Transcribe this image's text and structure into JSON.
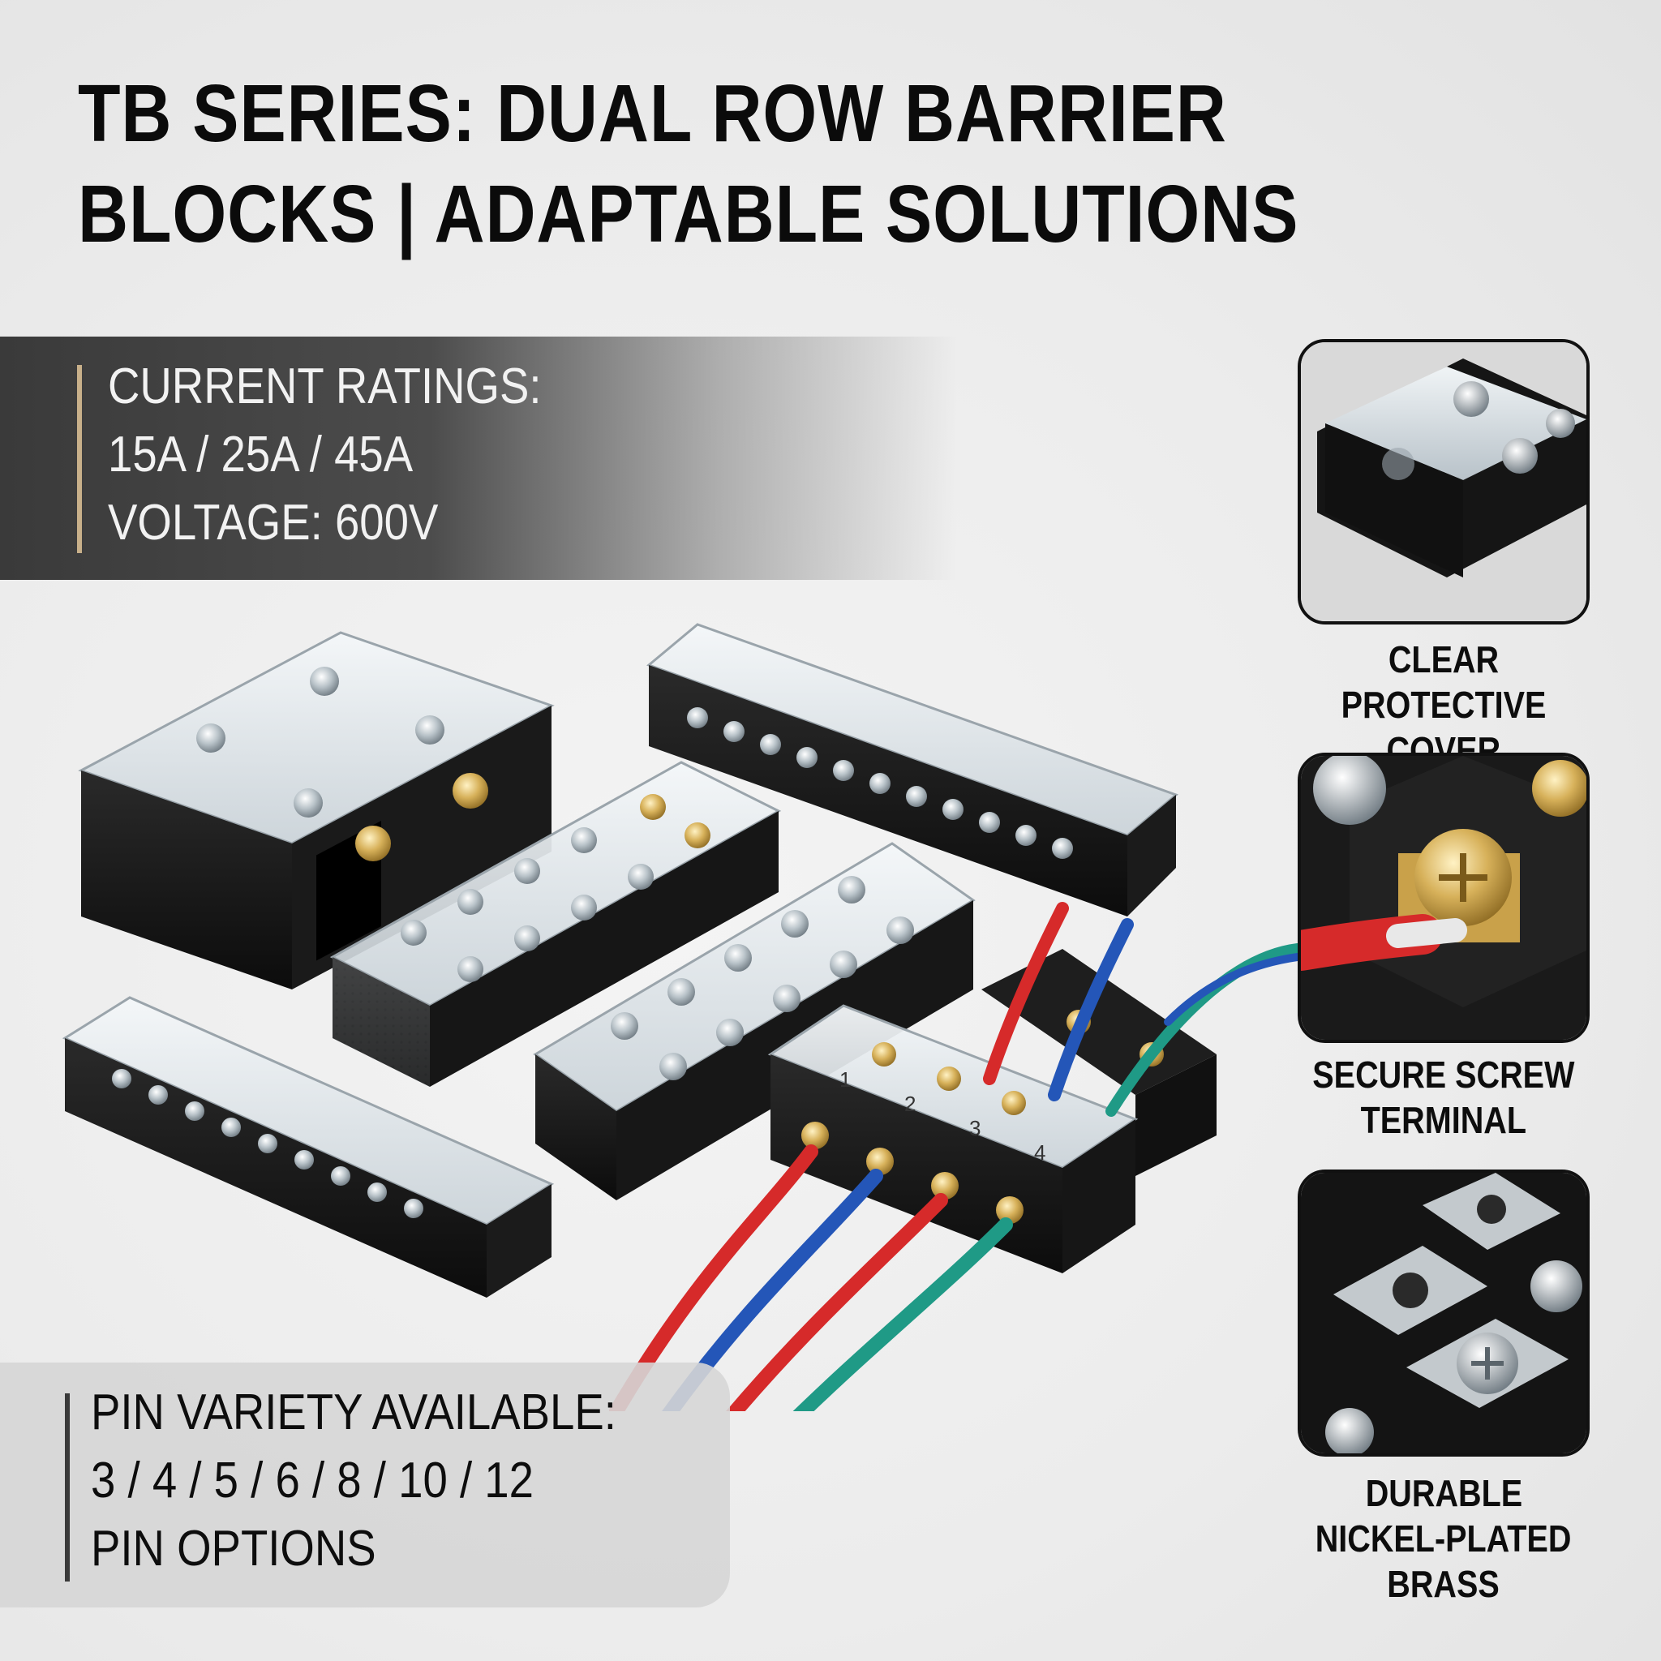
{
  "headline": {
    "line1": "TB SERIES: DUAL ROW BARRIER",
    "line2": "BLOCKS | ADAPTABLE SOLUTIONS"
  },
  "specs": {
    "line1": "CURRENT RATINGS:",
    "line2": "15A / 25A / 45A",
    "line3": "VOLTAGE: 600V"
  },
  "pins": {
    "line1": "PIN VARIETY AVAILABLE:",
    "line2": "3 / 4 / 5 / 6 / 8 / 10 / 12",
    "line3": "PIN OPTIONS"
  },
  "terminal_numbers": [
    "1",
    "2",
    "3",
    "4"
  ],
  "features": [
    {
      "line1": "CLEAR PROTECTIVE",
      "line2": "COVER",
      "icon": "clear-cover-closeup"
    },
    {
      "line1": "SECURE SCREW",
      "line2": "TERMINAL",
      "icon": "screw-terminal-closeup"
    },
    {
      "line1": "DURABLE",
      "line2": "NICKEL-PLATED",
      "line3": "BRASS",
      "icon": "nickel-brass-closeup"
    }
  ],
  "colors": {
    "block_black": "#141414",
    "cover_clear": "#e8eef2",
    "wire_red": "#d62a2a",
    "wire_blue": "#2456b8",
    "wire_green": "#1f9a86",
    "brass": "#c9a14a",
    "accent_tan": "#c8b08a"
  }
}
